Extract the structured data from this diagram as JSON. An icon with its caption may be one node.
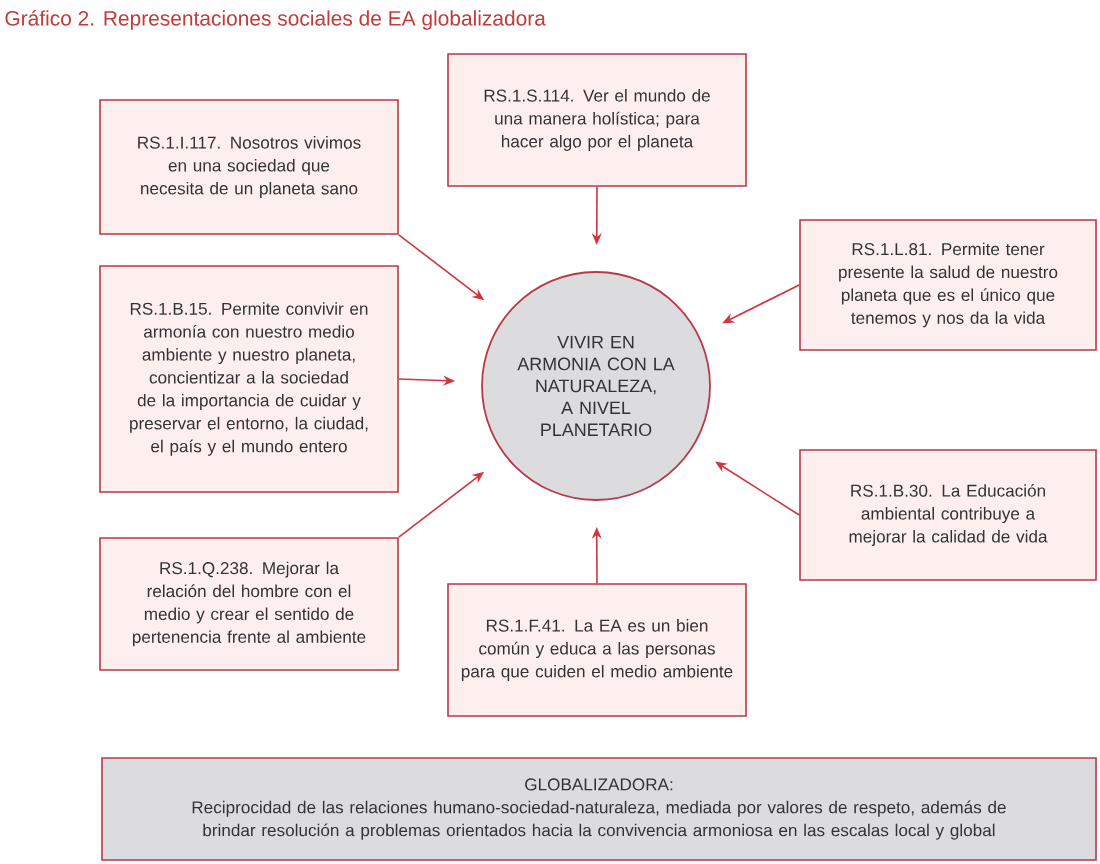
{
  "diagram": {
    "title": "Gráfico 2. Representaciones sociales de EA globalizadora",
    "nodes": [
      {
        "text": [
          "RS.1.S.114. Ver el mundo de una manera holística; para hacer algo por el planeta"
        ]
      },
      {
        "text": [
          "RS.1.I.117. Nosotros vivimos en una sociedad que necesita de un planeta sano"
        ]
      },
      {
        "text": [
          "RS.1.L.81. Permite tener presente la salud de nuestro planeta que es el único que tenemos y nos da la vida"
        ]
      },
      {
        "text": [
          "VIVIR EN ARMONIA CON LA NATURALEZA, A NIVEL PLANETARIO"
        ]
      },
      {
        "text": [
          "RS.1.B.15. Permite convivir en armonía con nuestro medio ambiente y nuestro planeta, concientizar a la sociedad de la importancia de cuidar y preservar el entorno, la ciudad, el país y el mundo entero"
        ]
      },
      {
        "text": [
          "RS.1.B.30. La Educación ambiental contribuye a mejorar la calidad de vida"
        ]
      },
      {
        "text": [
          "RS.1.Q.238. Mejorar la relación del hombre con el medio y crear el sentido de pertenencia frente al ambiente"
        ]
      },
      {
        "text": [
          "RS.1.F.41. La EA es un bien común y educa a las personas para que cuiden el medio ambiente"
        ]
      },
      {
        "text": [
          "GLOBALIZADORA:",
          "Reciprocidad de las relaciones humano-sociedad-naturaleza, mediada por valores de respeto, además de brindar resolución a problemas orientados hacia la convivencia armoniosa en las escalas local y global"
        ]
      }
    ],
    "edges": [
      {
        "from": 0,
        "to": 3,
        "arrow": "to"
      },
      {
        "from": 1,
        "to": 3,
        "arrow": "to"
      },
      {
        "from": 2,
        "to": 3,
        "arrow": "to"
      },
      {
        "from": 4,
        "to": 3,
        "arrow": "to"
      },
      {
        "from": 5,
        "to": 3,
        "arrow": "to"
      },
      {
        "from": 6,
        "to": 3,
        "arrow": "to"
      },
      {
        "from": 7,
        "to": 3,
        "arrow": "to"
      }
    ]
  }
}
